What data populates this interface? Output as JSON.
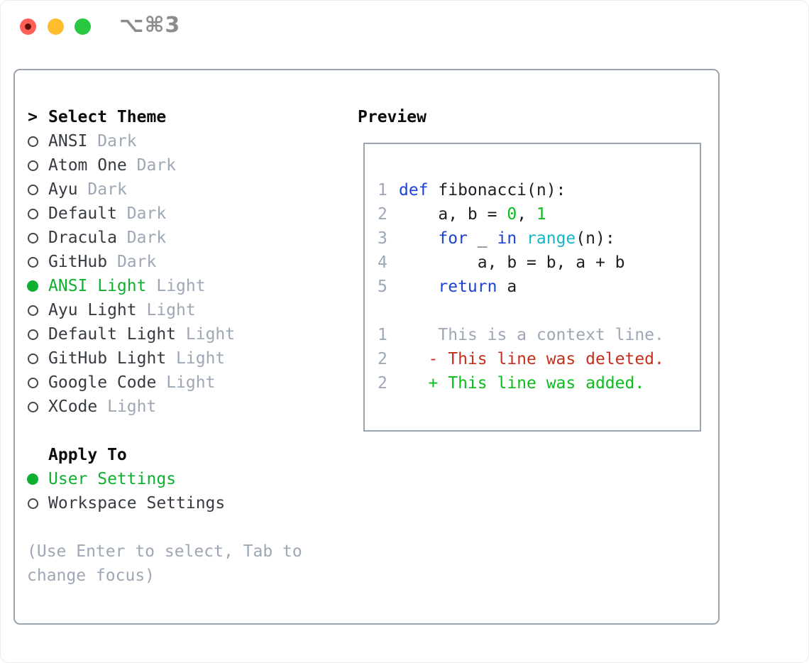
{
  "window": {
    "title": "⌥⌘3",
    "traffic_lights": [
      "close",
      "minimize",
      "zoom"
    ]
  },
  "theme_panel": {
    "header_prefix": ">",
    "header": "Select Theme",
    "items": [
      {
        "label": "ANSI",
        "tag": "Dark",
        "selected": false
      },
      {
        "label": "Atom One",
        "tag": "Dark",
        "selected": false
      },
      {
        "label": "Ayu",
        "tag": "Dark",
        "selected": false
      },
      {
        "label": "Default",
        "tag": "Dark",
        "selected": false
      },
      {
        "label": "Dracula",
        "tag": "Dark",
        "selected": false
      },
      {
        "label": "GitHub",
        "tag": "Dark",
        "selected": false
      },
      {
        "label": "ANSI Light",
        "tag": "Light",
        "selected": true
      },
      {
        "label": "Ayu Light",
        "tag": "Light",
        "selected": false
      },
      {
        "label": "Default Light",
        "tag": "Light",
        "selected": false
      },
      {
        "label": "GitHub Light",
        "tag": "Light",
        "selected": false
      },
      {
        "label": "Google Code",
        "tag": "Light",
        "selected": false
      },
      {
        "label": "XCode",
        "tag": "Light",
        "selected": false
      }
    ],
    "apply_to": {
      "header": "Apply To",
      "options": [
        {
          "label": "User Settings",
          "selected": true
        },
        {
          "label": "Workspace Settings",
          "selected": false
        }
      ]
    },
    "hint": "(Use Enter to select, Tab to change focus)"
  },
  "preview": {
    "header": "Preview",
    "code_lines": [
      {
        "num": "1",
        "tokens": [
          {
            "t": "def",
            "c": "kw"
          },
          {
            "t": " fibonacci(n):",
            "c": "plain"
          }
        ]
      },
      {
        "num": "2",
        "tokens": [
          {
            "t": "    a, b = ",
            "c": "plain"
          },
          {
            "t": "0",
            "c": "num"
          },
          {
            "t": ", ",
            "c": "plain"
          },
          {
            "t": "1",
            "c": "num"
          }
        ]
      },
      {
        "num": "3",
        "tokens": [
          {
            "t": "    ",
            "c": "plain"
          },
          {
            "t": "for",
            "c": "kw"
          },
          {
            "t": " _ ",
            "c": "plain"
          },
          {
            "t": "in",
            "c": "kw"
          },
          {
            "t": " ",
            "c": "plain"
          },
          {
            "t": "range",
            "c": "fn"
          },
          {
            "t": "(n):",
            "c": "plain"
          }
        ]
      },
      {
        "num": "4",
        "tokens": [
          {
            "t": "        a, b = b, a + b",
            "c": "plain"
          }
        ]
      },
      {
        "num": "5",
        "tokens": [
          {
            "t": "    ",
            "c": "plain"
          },
          {
            "t": "return",
            "c": "kw"
          },
          {
            "t": " a",
            "c": "plain"
          }
        ]
      }
    ],
    "diff_lines": [
      {
        "num": "1",
        "tokens": [
          {
            "t": "    This is a context line.",
            "c": "ctx"
          }
        ]
      },
      {
        "num": "2",
        "tokens": [
          {
            "t": "   - This line was deleted.",
            "c": "del"
          }
        ]
      },
      {
        "num": "2",
        "tokens": [
          {
            "t": "   + This line was added.",
            "c": "add"
          }
        ]
      }
    ]
  },
  "colors": {
    "green": "#0fb02f",
    "added_green": "#0abd1d",
    "code_green": "#0abd1d",
    "deleted_red": "#c5301c",
    "keyword_blue": "#1d43d6",
    "function_cyan": "#17b5c8",
    "muted_gray": "#9da7b5",
    "text_dark": "#363b42",
    "border_gray": "#9aa3ae",
    "title_gray": "#8c8c8c",
    "traffic_red": "#ff5f57",
    "traffic_yellow": "#febc2e",
    "traffic_green": "#28c840"
  }
}
